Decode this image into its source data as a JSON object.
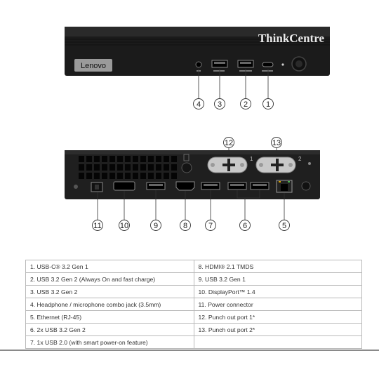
{
  "front": {
    "brand_logo": "ThinkCentre",
    "badge": "Lenovo",
    "callouts": [
      "4",
      "3",
      "2",
      "1"
    ]
  },
  "rear": {
    "callouts_top": [
      "12",
      "13"
    ],
    "callouts_bottom": [
      "11",
      "10",
      "9",
      "8",
      "7",
      "6",
      "5"
    ],
    "punch_out_numbers": [
      "1",
      "2"
    ]
  },
  "legend": {
    "rows": [
      [
        "1.  USB-C® 3.2 Gen 1",
        "8.  HDMI® 2.1 TMDS"
      ],
      [
        "2.  USB 3.2 Gen 2 (Always On and fast charge)",
        "9.  USB 3.2 Gen 1"
      ],
      [
        "3.  USB 3.2 Gen 2",
        "10. DisplayPort™ 1.4"
      ],
      [
        "4.  Headphone / microphone combo jack (3.5mm)",
        "11.  Power connector"
      ],
      [
        "5.  Ethernet (RJ-45)",
        "12. Punch out port 1*"
      ],
      [
        "6.  2x USB 3.2 Gen 2",
        "13. Punch out port 2*"
      ],
      [
        "7.  1x USB 2.0 (with smart power-on feature)",
        ""
      ]
    ]
  }
}
